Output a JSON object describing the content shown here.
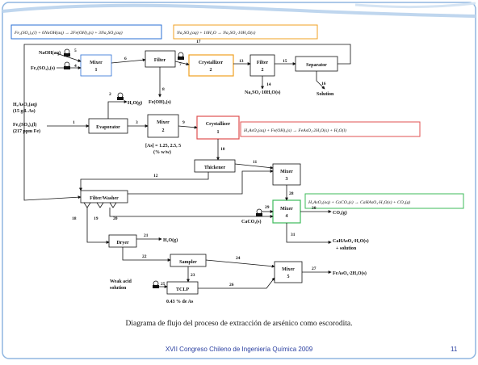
{
  "colors": {
    "frame": "#8fb6e0",
    "footer": "#2a3fa0",
    "eq_blue": "#2a6fd6",
    "eq_orange": "#f0a020",
    "eq_red": "#e05050",
    "eq_green": "#3dbb5a"
  },
  "equations": {
    "eq1": "Fe₂(SO₄)₃(l) + 6NaOH(aq) → 2Fe(OH)₃(s) + 3Na₂SO₄(aq)",
    "eq2": "Na₂SO₄(aq) + 10H₂O → Na₂SO₄·10H₂O(s)",
    "eq3": "H₃AsO₄(aq) + Fe(OH)₃(s) → FeAsO₄·2H₂O(s) + H₂O(l)",
    "eq4": "H₃AsO₄(aq) + CaCO₃(s) → CaHAsO₄·H₂O(s) + CO₂(g)"
  },
  "units": {
    "mixer1": [
      "Mixer",
      "1"
    ],
    "filter1": [
      "Filter"
    ],
    "cryst2": [
      "Crystallizer",
      "2"
    ],
    "filter2": [
      "Filter",
      "2"
    ],
    "separator": [
      "Separator"
    ],
    "evaporator": [
      "Evaporator"
    ],
    "mixer2": [
      "Mixer",
      "2"
    ],
    "cryst1": [
      "Crystallizer",
      "1"
    ],
    "thickener": [
      "Thickener"
    ],
    "mixer3": [
      "Mixer",
      "3"
    ],
    "mixer4": [
      "Mixer",
      "4"
    ],
    "filterwasher": [
      "Filter/Washer"
    ],
    "dryer": [
      "Dryer"
    ],
    "sampler": [
      "Sampler"
    ],
    "mixer5": [
      "Mixer",
      "5"
    ],
    "tclp": [
      "TCLP"
    ]
  },
  "labels": {
    "naoh": "NaOH(aq)",
    "fe2so43_s": "Fe₂(SO₄)₃(s)",
    "h3aso4": "H₃AsO₄(aq)",
    "h3aso4_conc": "(15 g/L As)",
    "fe2so43_l": "Fe₂(SO₄)₃(l)",
    "fe_conc": "(217 ppm Fe)",
    "h2o_g": "H₂O(g)",
    "feoh3": "Fe(OH)₃(s)",
    "as_pct": "[As] = 1.25, 2.5, 5",
    "as_pct2": "(% w/w)",
    "na2so4": "Na₂SO₄·10H₂O(s)",
    "solution": "Solution",
    "caco3": "CaCO₃(s)",
    "co2": "CO₂(g)",
    "cahaso4": "CaHAsO₄·H₂O(s)",
    "plus_solution": "+ solution",
    "h2o_dryer": "H₂O(g)",
    "feaso4": "FeAsO₄·2H₂O(s)",
    "weak_acid": "Weak acid",
    "weak_acid2": "solution",
    "as_tclp": "0.43 % de As"
  },
  "streams": [
    "1",
    "2",
    "3",
    "4",
    "5",
    "6",
    "7",
    "8",
    "9",
    "10",
    "11",
    "12",
    "13",
    "14",
    "15",
    "16",
    "17",
    "18",
    "19",
    "20",
    "21",
    "22",
    "23",
    "24",
    "25",
    "26",
    "27",
    "28",
    "29",
    "30",
    "31"
  ],
  "caption": "Diagrama de flujo del proceso de extracción de arsénico como escorodita.",
  "footer": "XVII Congreso Chileno de Ingeniería Química 2009",
  "page_number": "11"
}
